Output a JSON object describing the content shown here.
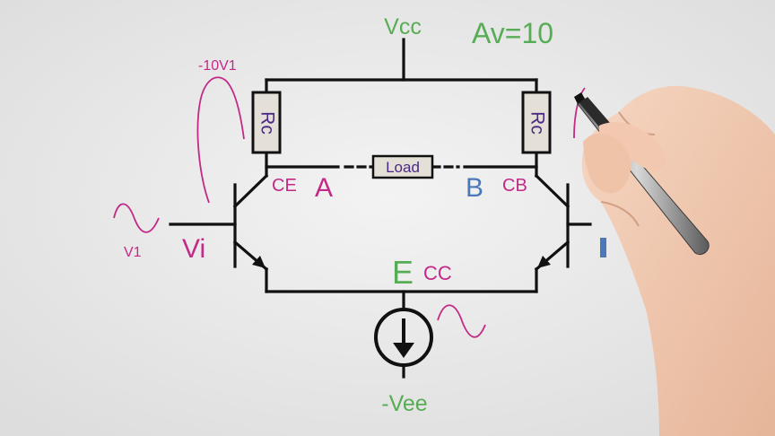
{
  "colors": {
    "background": "#e9e9e9",
    "wire": "#111111",
    "green": "#57ad55",
    "magenta": "#c22a86",
    "purple": "#4a2a82",
    "blue": "#4a78b8",
    "resistor_fill": "#e4e0d8",
    "skin": "#f0c9b0"
  },
  "labels": {
    "vcc": "Vcc",
    "gain": "Av=10",
    "neg_gain": "-10V1",
    "rc_left": "Rc",
    "rc_right": "Rc",
    "load": "Load",
    "ce": "CE",
    "node_a": "A",
    "node_b": "B",
    "cb": "CB",
    "v1": "V1",
    "vi": "Vi",
    "node_e": "E",
    "cc": "CC",
    "vee": "-Vee"
  },
  "icons": {
    "hand": "hand-holding-pen",
    "current_source": "current-source-symbol"
  }
}
